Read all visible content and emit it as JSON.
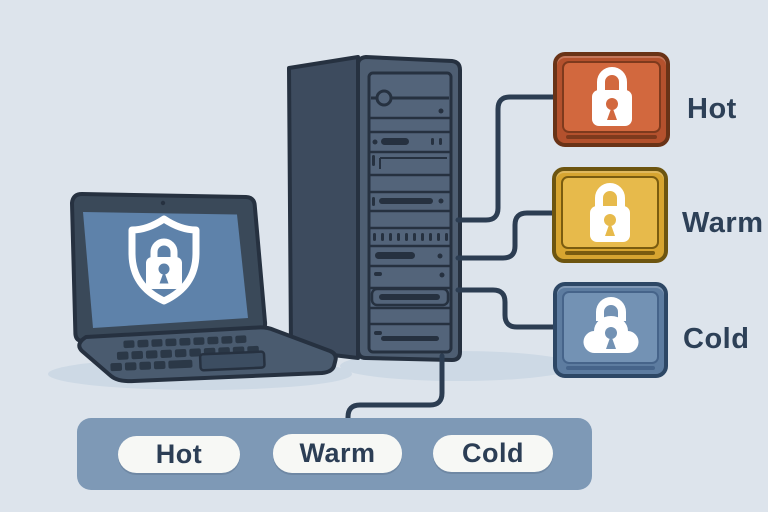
{
  "background": "#dde4ec",
  "tiers": [
    {
      "label": "Hot",
      "icon": "padlock-icon",
      "frame": "#b4512d",
      "border": "#693317",
      "inner": "#d2683e",
      "lip": "#7e3a1d"
    },
    {
      "label": "Warm",
      "icon": "padlock-icon",
      "frame": "#d7a530",
      "border": "#6d5510",
      "inner": "#e7ba4b",
      "lip": "#7a5c10"
    },
    {
      "label": "Cold",
      "icon": "cloud-lock-icon",
      "frame": "#5d7ca0",
      "border": "#2d4765",
      "inner": "#7392b4",
      "lip": "#46648a"
    }
  ],
  "bottom_bar": {
    "pills": [
      "Hot",
      "Warm",
      "Cold"
    ]
  },
  "colors": {
    "outline": "#263140",
    "connector_line": "#2c3d52",
    "server_front": "#4e5e72",
    "server_side": "#3d4b5e",
    "laptop_body": "#3a4959",
    "laptop_screen": "#5e82aa",
    "label_text": "#2d4057",
    "bar": "#7e99b6",
    "pill_bg": "#f7f8f5",
    "shadow": "#cdd9e5"
  }
}
